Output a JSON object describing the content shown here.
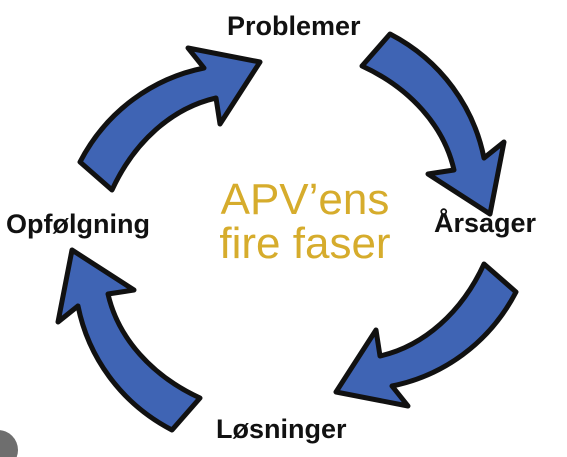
{
  "diagram": {
    "center_title": [
      "APV’ens",
      "fire faser"
    ],
    "phases": {
      "top": "Problemer",
      "right": "Årsager",
      "bottom": "Løsninger",
      "left": "Opfølgning"
    }
  },
  "colors": {
    "arrow_fill": "#3f64b4",
    "arrow_outline": "#111111",
    "center_text": "#d6ac2c",
    "label_text": "#111111"
  },
  "icons": [
    "arrow-problemer-to-arsager-icon",
    "arrow-arsager-to-losninger-icon",
    "arrow-losninger-to-opfolgning-icon",
    "arrow-opfolgning-to-problemer-icon"
  ]
}
